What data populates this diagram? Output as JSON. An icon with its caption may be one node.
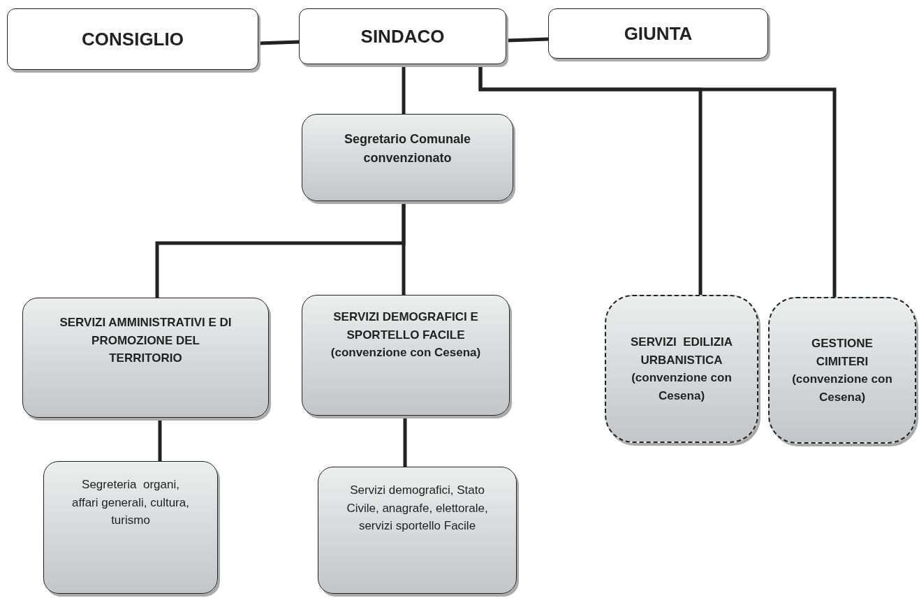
{
  "diagram": {
    "nodes": [
      {
        "text": [
          "CONSIGLIO"
        ]
      },
      {
        "text": [
          "SINDACO"
        ]
      },
      {
        "text": [
          "GIUNTA"
        ]
      },
      {
        "text": [
          "Segretario Comunale convenzionato"
        ]
      },
      {
        "text": [
          "SERVIZI AMMINISTRATIVI E DI PROMOZIONE DEL TERRITORIO"
        ]
      },
      {
        "text": [
          "SERVIZI DEMOGRAFICI E SPORTELLO FACILE (convenzione con Cesena)"
        ]
      },
      {
        "text": [
          "SERVIZI  EDILIZIA URBANISTICA (convenzione con Cesena)"
        ]
      },
      {
        "text": [
          "GESTIONE CIMITERI (convenzione con Cesena)"
        ]
      },
      {
        "text": [
          "Segreteria  organi, affari generali, cultura, turismo"
        ]
      },
      {
        "text": [
          "Servizi demografici, Stato Civile, anagrafe, elettorale, servizi sportello Facile"
        ]
      }
    ],
    "edges": [
      {
        "from": 0,
        "to": 1,
        "arrow": "none"
      },
      {
        "from": 1,
        "to": 2,
        "arrow": "none"
      },
      {
        "from": 1,
        "to": 3,
        "arrow": "none"
      },
      {
        "from": 1,
        "to": 6,
        "arrow": "none"
      },
      {
        "from": 1,
        "to": 7,
        "arrow": "none"
      },
      {
        "from": 3,
        "to": 4,
        "arrow": "none"
      },
      {
        "from": 3,
        "to": 5,
        "arrow": "none"
      },
      {
        "from": 4,
        "to": 8,
        "arrow": "none"
      },
      {
        "from": 5,
        "to": 9,
        "arrow": "none"
      }
    ]
  }
}
